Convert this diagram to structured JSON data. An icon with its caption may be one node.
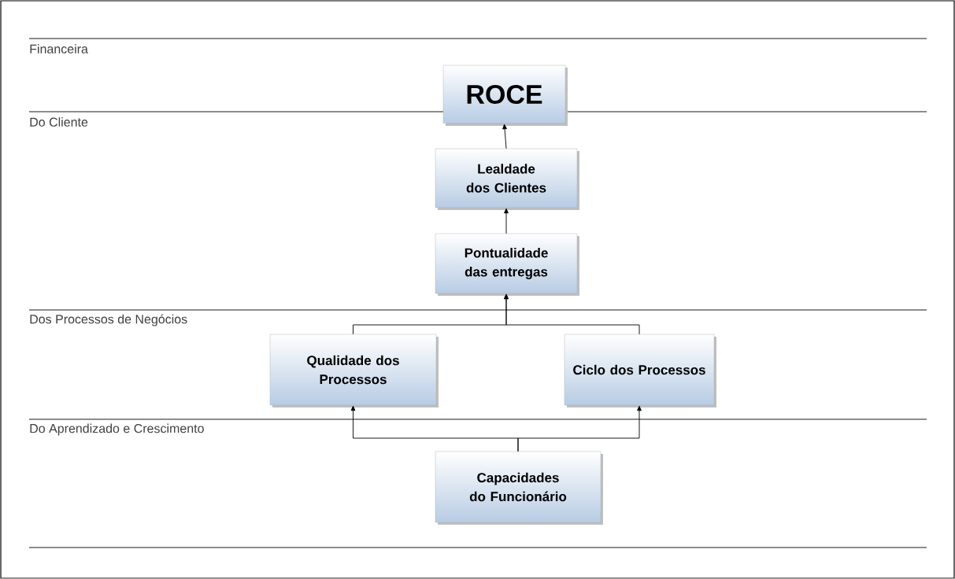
{
  "diagram": {
    "nodes": [
      {
        "text": [
          "ROCE"
        ]
      },
      {
        "text": [
          "Lealdade dos Clientes"
        ]
      },
      {
        "text": [
          "Pontualidade das entregas"
        ]
      },
      {
        "text": [
          "Qualidade dos Processos"
        ]
      },
      {
        "text": [
          "Ciclo dos Processos"
        ]
      },
      {
        "text": [
          "Capacidades do Funcionário"
        ]
      }
    ],
    "edges": [
      {
        "from": 1,
        "to": 0,
        "arrow": "to"
      },
      {
        "from": 2,
        "to": 1,
        "arrow": "to"
      },
      {
        "from": 3,
        "to": 2,
        "arrow": "to"
      },
      {
        "from": 4,
        "to": 2,
        "arrow": "to"
      },
      {
        "from": 5,
        "to": 3,
        "arrow": "to"
      },
      {
        "from": 5,
        "to": 4,
        "arrow": "to"
      }
    ],
    "labels": [
      "Financeira",
      "Do Cliente",
      "Dos Processos de Negócios",
      "Do Aprendizado e Crescimento"
    ]
  }
}
